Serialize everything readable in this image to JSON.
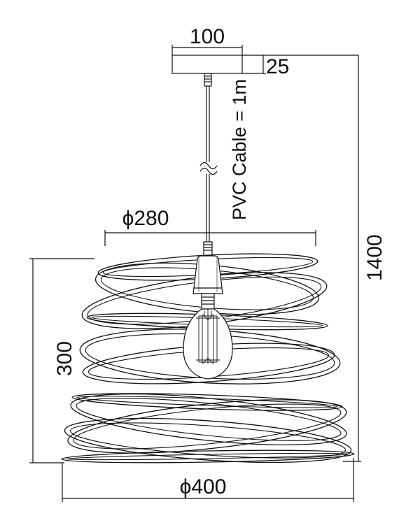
{
  "dimensions": {
    "canopy_width": "100",
    "canopy_height": "25",
    "cable_label": "PVC Cable = 1m",
    "top_diameter": "ϕ280",
    "total_height": "1400",
    "shade_height": "300",
    "bottom_diameter": "ϕ400"
  }
}
